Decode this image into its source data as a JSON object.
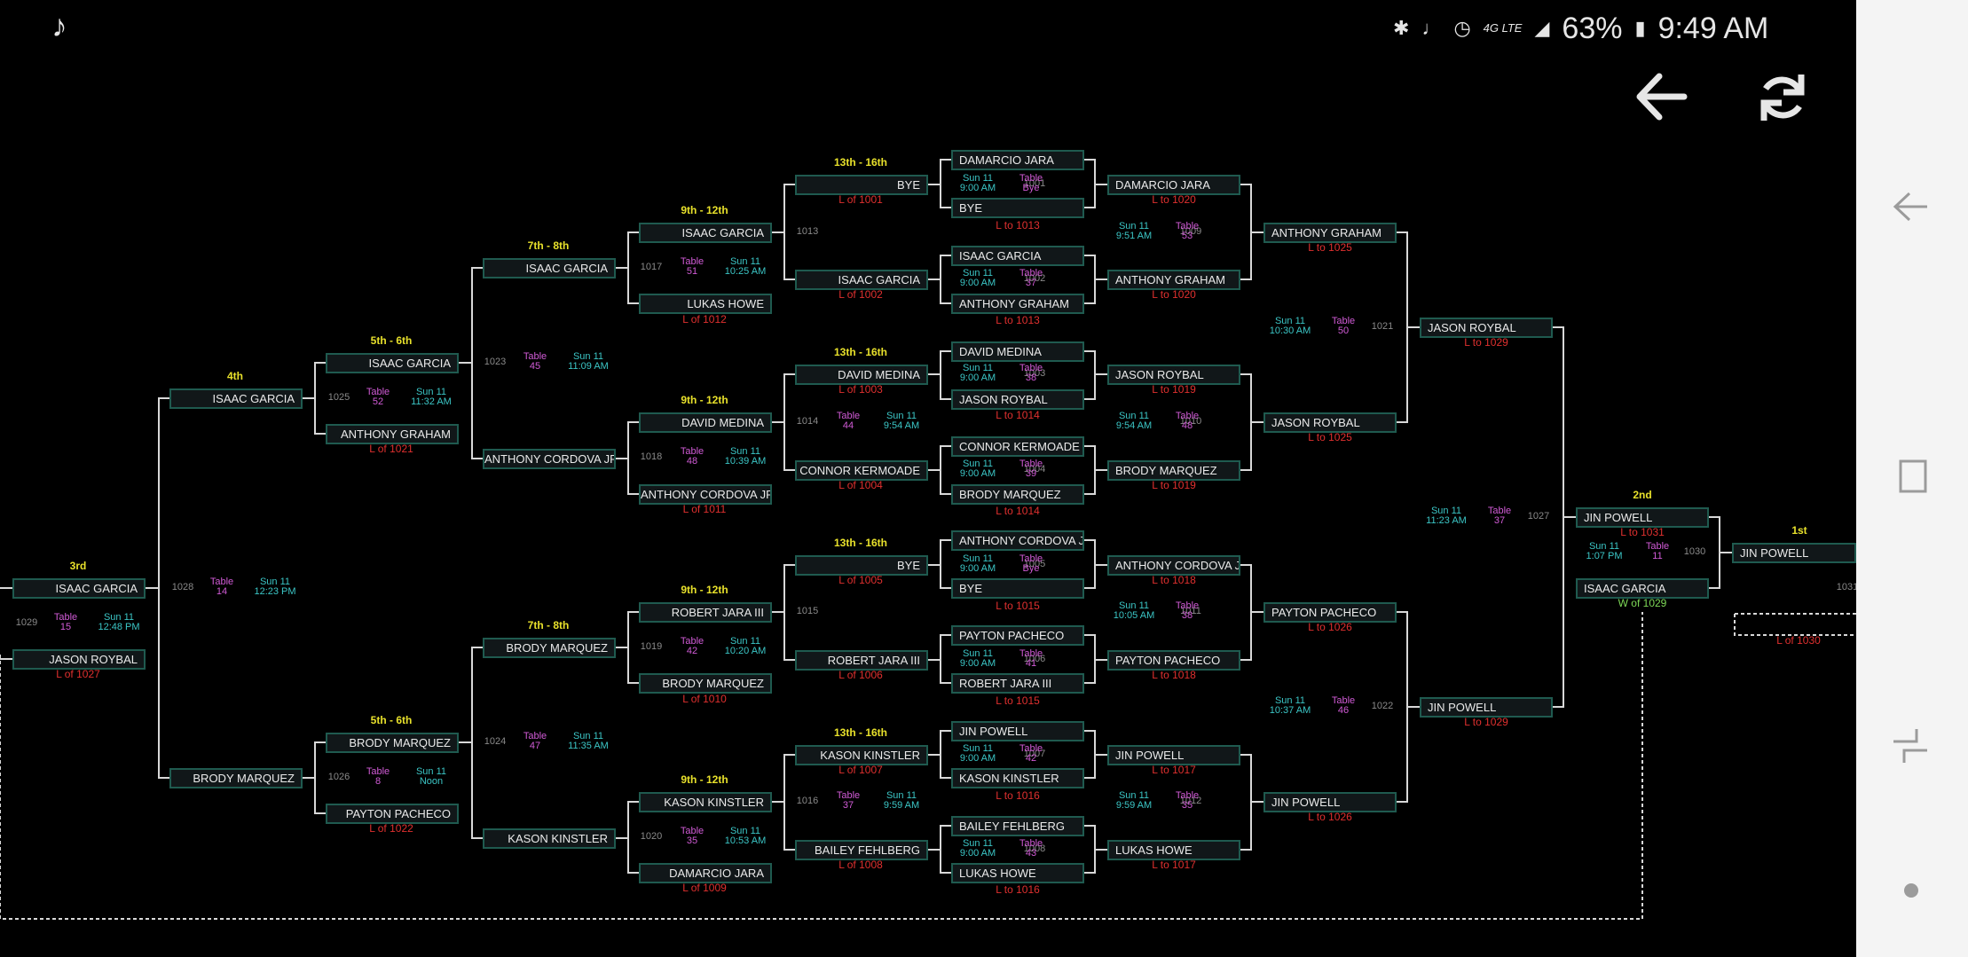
{
  "status_bar": {
    "battery": "63%",
    "time": "9:49 AM",
    "network": "4G LTE"
  },
  "icons": {
    "app": "music-note-icon",
    "back": "back-arrow-icon",
    "refresh": "refresh-icon"
  },
  "colors": {
    "background": "#000000",
    "box_border": "#1f5a4f",
    "table": "#d15bd6",
    "time": "#3bc6c6",
    "loss": "#e0302f",
    "place": "#e8e12b",
    "win": "#7ed957"
  },
  "nav_buttons": [
    "nav-back-icon",
    "nav-recent-apps-icon",
    "nav-overview-icon",
    "nav-home-dot-icon"
  ],
  "slots": [
    {
      "id": "s1",
      "text": "DAMARCIO JARA"
    },
    {
      "id": "s2",
      "text": "BYE"
    },
    {
      "id": "s3",
      "text": "ISAAC GARCIA"
    },
    {
      "id": "s4",
      "text": "ANTHONY GRAHAM"
    },
    {
      "id": "s5",
      "text": "DAVID MEDINA"
    },
    {
      "id": "s6",
      "text": "JASON ROYBAL"
    },
    {
      "id": "s7",
      "text": "CONNOR KERMOADE"
    },
    {
      "id": "s8",
      "text": "BRODY MARQUEZ"
    },
    {
      "id": "s9",
      "text": "ANTHONY CORDOVA JR"
    },
    {
      "id": "s10",
      "text": "BYE"
    },
    {
      "id": "s11",
      "text": "PAYTON PACHECO"
    },
    {
      "id": "s12",
      "text": "ROBERT JARA III"
    },
    {
      "id": "s13",
      "text": "JIN POWELL"
    },
    {
      "id": "s14",
      "text": "KASON KINSTLER"
    },
    {
      "id": "s15",
      "text": "BAILEY FEHLBERG"
    },
    {
      "id": "s16",
      "text": "LUKAS HOWE"
    },
    {
      "id": "c1",
      "text": "BYE"
    },
    {
      "id": "c2",
      "text": "ISAAC GARCIA"
    },
    {
      "id": "c3",
      "text": "DAVID MEDINA"
    },
    {
      "id": "c4",
      "text": "CONNOR KERMOADE"
    },
    {
      "id": "c5",
      "text": "BYE"
    },
    {
      "id": "c6",
      "text": "ROBERT JARA III"
    },
    {
      "id": "c7",
      "text": "KASON KINSTLER"
    },
    {
      "id": "c8",
      "text": "BAILEY FEHLBERG"
    },
    {
      "id": "b1",
      "text": "ISAAC GARCIA"
    },
    {
      "id": "b2",
      "text": "LUKAS HOWE"
    },
    {
      "id": "b3",
      "text": "DAVID MEDINA"
    },
    {
      "id": "b4",
      "text": "ANTHONY CORDOVA JR"
    },
    {
      "id": "b5",
      "text": "ROBERT JARA III"
    },
    {
      "id": "b6",
      "text": "BRODY MARQUEZ"
    },
    {
      "id": "b7",
      "text": "KASON KINSTLER"
    },
    {
      "id": "b8",
      "text": "DAMARCIO JARA"
    },
    {
      "id": "a1",
      "text": "ISAAC GARCIA"
    },
    {
      "id": "a2",
      "text": "ANTHONY CORDOVA JR"
    },
    {
      "id": "a3",
      "text": "BRODY MARQUEZ"
    },
    {
      "id": "a4",
      "text": "KASON KINSTLER"
    },
    {
      "id": "f1",
      "text": "ISAAC GARCIA"
    },
    {
      "id": "f2",
      "text": "ANTHONY GRAHAM"
    },
    {
      "id": "f3",
      "text": "BRODY MARQUEZ"
    },
    {
      "id": "f4",
      "text": "PAYTON PACHECO"
    },
    {
      "id": "g1",
      "text": "ISAAC GARCIA"
    },
    {
      "id": "g2",
      "text": "BRODY MARQUEZ"
    },
    {
      "id": "h1",
      "text": "ISAAC GARCIA"
    },
    {
      "id": "h2",
      "text": "JASON ROYBAL"
    },
    {
      "id": "w1",
      "text": "DAMARCIO JARA"
    },
    {
      "id": "w2",
      "text": "ANTHONY GRAHAM"
    },
    {
      "id": "w3",
      "text": "JASON ROYBAL"
    },
    {
      "id": "w4",
      "text": "BRODY MARQUEZ"
    },
    {
      "id": "w5",
      "text": "ANTHONY CORDOVA JR"
    },
    {
      "id": "w6",
      "text": "PAYTON PACHECO"
    },
    {
      "id": "w7",
      "text": "JIN POWELL"
    },
    {
      "id": "w8",
      "text": "LUKAS HOWE"
    },
    {
      "id": "x1",
      "text": "ANTHONY GRAHAM"
    },
    {
      "id": "x2",
      "text": "JASON ROYBAL"
    },
    {
      "id": "x3",
      "text": "PAYTON PACHECO"
    },
    {
      "id": "x4",
      "text": "JIN POWELL"
    },
    {
      "id": "y1",
      "text": "JASON ROYBAL"
    },
    {
      "id": "y2",
      "text": "JIN POWELL"
    },
    {
      "id": "z1",
      "text": "JIN POWELL"
    },
    {
      "id": "z2",
      "text": "ISAAC GARCIA"
    },
    {
      "id": "champ",
      "text": "JIN POWELL"
    }
  ],
  "places": [
    {
      "id": "p-13-16-a",
      "text": "13th - 16th"
    },
    {
      "id": "p-13-16-b",
      "text": "13th - 16th"
    },
    {
      "id": "p-13-16-c",
      "text": "13th - 16th"
    },
    {
      "id": "p-13-16-d",
      "text": "13th - 16th"
    },
    {
      "id": "p-9-12-a",
      "text": "9th - 12th"
    },
    {
      "id": "p-9-12-b",
      "text": "9th - 12th"
    },
    {
      "id": "p-9-12-c",
      "text": "9th - 12th"
    },
    {
      "id": "p-9-12-d",
      "text": "9th - 12th"
    },
    {
      "id": "p-7-8-a",
      "text": "7th - 8th"
    },
    {
      "id": "p-7-8-b",
      "text": "7th - 8th"
    },
    {
      "id": "p-5-6-a",
      "text": "5th - 6th"
    },
    {
      "id": "p-5-6-b",
      "text": "5th - 6th"
    },
    {
      "id": "p-4",
      "text": "4th"
    },
    {
      "id": "p-3",
      "text": "3rd"
    },
    {
      "id": "p-2",
      "text": "2nd"
    },
    {
      "id": "p-1",
      "text": "1st"
    }
  ],
  "notes": [
    {
      "id": "n1",
      "text": "L of 1001"
    },
    {
      "id": "n2",
      "text": "L of 1002"
    },
    {
      "id": "n3",
      "text": "L of 1003"
    },
    {
      "id": "n4",
      "text": "L of 1004"
    },
    {
      "id": "n5",
      "text": "L of 1005"
    },
    {
      "id": "n6",
      "text": "L of 1006"
    },
    {
      "id": "n7",
      "text": "L of 1007"
    },
    {
      "id": "n8",
      "text": "L of 1008"
    },
    {
      "id": "n9",
      "text": "L of 1012"
    },
    {
      "id": "n10",
      "text": "L of 1011"
    },
    {
      "id": "n11",
      "text": "L of 1010"
    },
    {
      "id": "n12",
      "text": "L of 1009"
    },
    {
      "id": "n13",
      "text": "L of 1021"
    },
    {
      "id": "n14",
      "text": "L of 1022"
    },
    {
      "id": "n15",
      "text": "L of 1027"
    },
    {
      "id": "n16",
      "text": "L to 1013"
    },
    {
      "id": "n17",
      "text": "L to 1013"
    },
    {
      "id": "n18",
      "text": "L to 1014"
    },
    {
      "id": "n19",
      "text": "L to 1014"
    },
    {
      "id": "n20",
      "text": "L to 1015"
    },
    {
      "id": "n21",
      "text": "L to 1015"
    },
    {
      "id": "n22",
      "text": "L to 1016"
    },
    {
      "id": "n23",
      "text": "L to 1016"
    },
    {
      "id": "n24",
      "text": "L to 1020"
    },
    {
      "id": "n25",
      "text": "L to 1020"
    },
    {
      "id": "n26",
      "text": "L to 1019"
    },
    {
      "id": "n27",
      "text": "L to 1019"
    },
    {
      "id": "n28",
      "text": "L to 1018"
    },
    {
      "id": "n29",
      "text": "L to 1018"
    },
    {
      "id": "n30",
      "text": "L to 1017"
    },
    {
      "id": "n31",
      "text": "L to 1017"
    },
    {
      "id": "n32",
      "text": "L to 1025"
    },
    {
      "id": "n33",
      "text": "L to 1025"
    },
    {
      "id": "n34",
      "text": "L to 1026"
    },
    {
      "id": "n35",
      "text": "L to 1026"
    },
    {
      "id": "n36",
      "text": "L to 1029"
    },
    {
      "id": "n37",
      "text": "L to 1029"
    },
    {
      "id": "n38",
      "text": "L to 1031"
    },
    {
      "id": "n39",
      "text": "W of 1029"
    },
    {
      "id": "n40",
      "text": "L of 1030"
    }
  ],
  "bouts": [
    {
      "id": "1001",
      "table": "Table",
      "table_no": "Bye",
      "day": "Sun 11",
      "time": "9:00 AM"
    },
    {
      "id": "1002",
      "table": "Table",
      "table_no": "37",
      "day": "Sun 11",
      "time": "9:00 AM"
    },
    {
      "id": "1003",
      "table": "Table",
      "table_no": "38",
      "day": "Sun 11",
      "time": "9:00 AM"
    },
    {
      "id": "1004",
      "table": "Table",
      "table_no": "39",
      "day": "Sun 11",
      "time": "9:00 AM"
    },
    {
      "id": "1005",
      "table": "Table",
      "table_no": "Bye",
      "day": "Sun 11",
      "time": "9:00 AM"
    },
    {
      "id": "1006",
      "table": "Table",
      "table_no": "41",
      "day": "Sun 11",
      "time": "9:00 AM"
    },
    {
      "id": "1007",
      "table": "Table",
      "table_no": "42",
      "day": "Sun 11",
      "time": "9:00 AM"
    },
    {
      "id": "1008",
      "table": "Table",
      "table_no": "43",
      "day": "Sun 11",
      "time": "9:00 AM"
    },
    {
      "id": "1009",
      "table": "Table",
      "table_no": "53",
      "day": "Sun 11",
      "time": "9:51 AM"
    },
    {
      "id": "1010",
      "table": "Table",
      "table_no": "48",
      "day": "Sun 11",
      "time": "9:54 AM"
    },
    {
      "id": "1011",
      "table": "Table",
      "table_no": "38",
      "day": "Sun 11",
      "time": "10:05 AM"
    },
    {
      "id": "1012",
      "table": "Table",
      "table_no": "35",
      "day": "Sun 11",
      "time": "9:59 AM"
    },
    {
      "id": "1013",
      "table": "",
      "table_no": "",
      "day": "",
      "time": ""
    },
    {
      "id": "1014",
      "table": "Table",
      "table_no": "44",
      "day": "Sun 11",
      "time": "9:54 AM"
    },
    {
      "id": "1015",
      "table": "",
      "table_no": "",
      "day": "",
      "time": ""
    },
    {
      "id": "1016",
      "table": "Table",
      "table_no": "37",
      "day": "Sun 11",
      "time": "9:59 AM"
    },
    {
      "id": "1017",
      "table": "Table",
      "table_no": "51",
      "day": "Sun 11",
      "time": "10:25 AM"
    },
    {
      "id": "1018",
      "table": "Table",
      "table_no": "48",
      "day": "Sun 11",
      "time": "10:39 AM"
    },
    {
      "id": "1019",
      "table": "Table",
      "table_no": "42",
      "day": "Sun 11",
      "time": "10:20 AM"
    },
    {
      "id": "1020",
      "table": "Table",
      "table_no": "35",
      "day": "Sun 11",
      "time": "10:53 AM"
    },
    {
      "id": "1021",
      "table": "Table",
      "table_no": "50",
      "day": "Sun 11",
      "time": "10:30 AM"
    },
    {
      "id": "1022",
      "table": "Table",
      "table_no": "46",
      "day": "Sun 11",
      "time": "10:37 AM"
    },
    {
      "id": "1023",
      "table": "Table",
      "table_no": "45",
      "day": "Sun 11",
      "time": "11:09 AM"
    },
    {
      "id": "1024",
      "table": "Table",
      "table_no": "47",
      "day": "Sun 11",
      "time": "11:35 AM"
    },
    {
      "id": "1025",
      "table": "Table",
      "table_no": "52",
      "day": "Sun 11",
      "time": "11:32 AM"
    },
    {
      "id": "1026",
      "table": "Table",
      "table_no": "8",
      "day": "Sun 11",
      "time": "Noon"
    },
    {
      "id": "1027",
      "table": "Table",
      "table_no": "37",
      "day": "Sun 11",
      "time": "11:23 AM"
    },
    {
      "id": "1028",
      "table": "Table",
      "table_no": "14",
      "day": "Sun 11",
      "time": "12:23 PM"
    },
    {
      "id": "1029",
      "table": "Table",
      "table_no": "15",
      "day": "Sun 11",
      "time": "12:48 PM"
    },
    {
      "id": "1030",
      "table": "Table",
      "table_no": "11",
      "day": "Sun 11",
      "time": "1:07 PM"
    },
    {
      "id": "1031",
      "table": "",
      "table_no": "",
      "day": "",
      "time": ""
    }
  ]
}
